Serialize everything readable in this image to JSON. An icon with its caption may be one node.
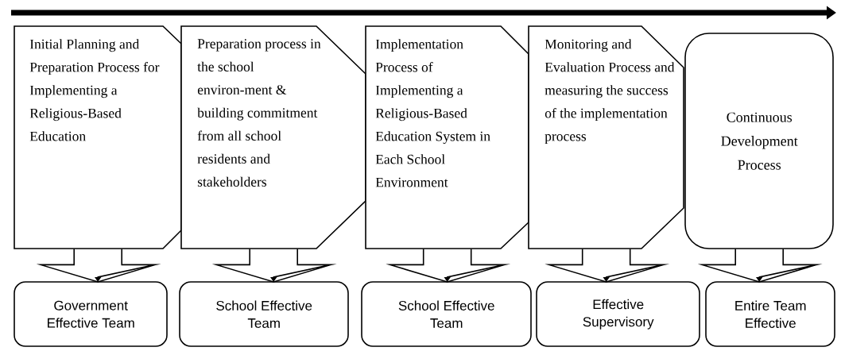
{
  "diagram": {
    "nodes": [
      {
        "text": [
          "Initial Planning and Preparation Process for Implementing a Religious-Based Education"
        ]
      },
      {
        "text": [
          "Preparation process in the school environ-ment & building commitment from all school residents and stakeholders"
        ]
      },
      {
        "text": [
          "Implementation Process of Implementing a Religious-Based Education System in Each School Environment"
        ]
      },
      {
        "text": [
          "Monitoring and Evaluation Process and measuring the success of the implementation process"
        ]
      },
      {
        "text": [
          "Continuous Development Process"
        ]
      },
      {
        "text": [
          "Government Effective Team"
        ]
      },
      {
        "text": [
          "School Effective Team"
        ]
      },
      {
        "text": [
          "School Effective Team"
        ]
      },
      {
        "text": [
          "Effective Supervisory"
        ]
      },
      {
        "text": [
          "Entire Team Effective"
        ]
      }
    ],
    "edges": [
      {
        "from": 0,
        "to": 5,
        "arrow": "to"
      },
      {
        "from": 1,
        "to": 6,
        "arrow": "to"
      },
      {
        "from": 2,
        "to": 7,
        "arrow": "to"
      },
      {
        "from": 3,
        "to": 8,
        "arrow": "to"
      },
      {
        "from": 4,
        "to": 9,
        "arrow": "to"
      }
    ]
  }
}
